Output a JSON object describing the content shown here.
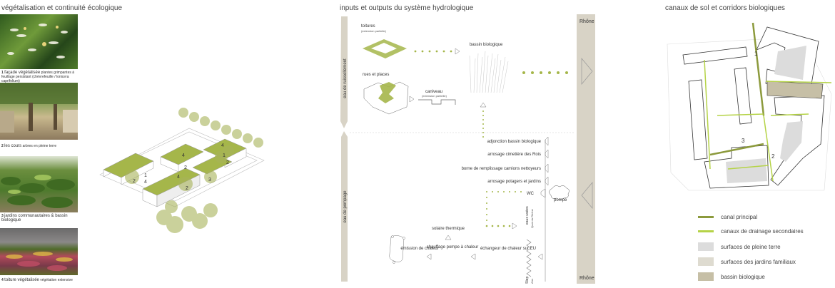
{
  "sections": {
    "left_title": "végétalisation et continuité écologique",
    "middle_title": "inputs et outputs du système hydrologique",
    "right_title": "canaux de sol et corridors biologiques"
  },
  "photos": [
    {
      "num": "1",
      "label": "façade végétalisée",
      "detail": "plantes grimpantes à feuillage persistant (chèvrefeuille / lonicera caprifolium)"
    },
    {
      "num": "2",
      "label": "les cours",
      "detail": "arbres en pleine terre"
    },
    {
      "num": "3",
      "label": "jardins communautaires & bassin biologique",
      "detail": ""
    },
    {
      "num": "4",
      "label": "toiture végétalisée",
      "detail": "végétation extensive"
    }
  ],
  "axo_labels": [
    "4",
    "1",
    "4",
    "2",
    "4",
    "1",
    "2",
    "4",
    "2",
    "3",
    "2"
  ],
  "hydro": {
    "side_top": "eau de ruissellement",
    "side_bottom": "eau de pompage",
    "rhone_top": "Rhône",
    "rhone_bottom": "Rhône",
    "toitures": "toitures",
    "toitures_sub": "(extension partielle)",
    "rues": "rues et places",
    "caniveau": "caniveau",
    "caniveau_sub": "(extension partielle)",
    "bassin": "bassin biologique",
    "uses": [
      "adjonction bassin biologique",
      "arrosage cimetière des Rois",
      "borne de remplissage camions nettoyeurs",
      "arrosage potagers et jardins",
      "WC"
    ],
    "pompe": "pompe",
    "eaux_usees": "eaux usées",
    "quai": "Quai du Rhône",
    "solaire": "solaire thermique",
    "emission": "émission de chaleur",
    "chauffage": "chauffage pompe à chaleur",
    "echangeur": "échangeur de chaleur sur EU",
    "step": "Step",
    "aire": "Aïre"
  },
  "map_labels": [
    "1",
    "2",
    "3"
  ],
  "legend": [
    {
      "label": "canal principal",
      "color": "#8c9a3c"
    },
    {
      "label": "canaux de drainage secondaires",
      "color": "#b5d347"
    },
    {
      "label": "surfaces de pleine terre",
      "color": "#dcdcdc"
    },
    {
      "label": "surfaces des jardins familiaux",
      "color": "#dedbd0"
    },
    {
      "label": "bassin biologique",
      "color": "#c6bfa6"
    }
  ]
}
